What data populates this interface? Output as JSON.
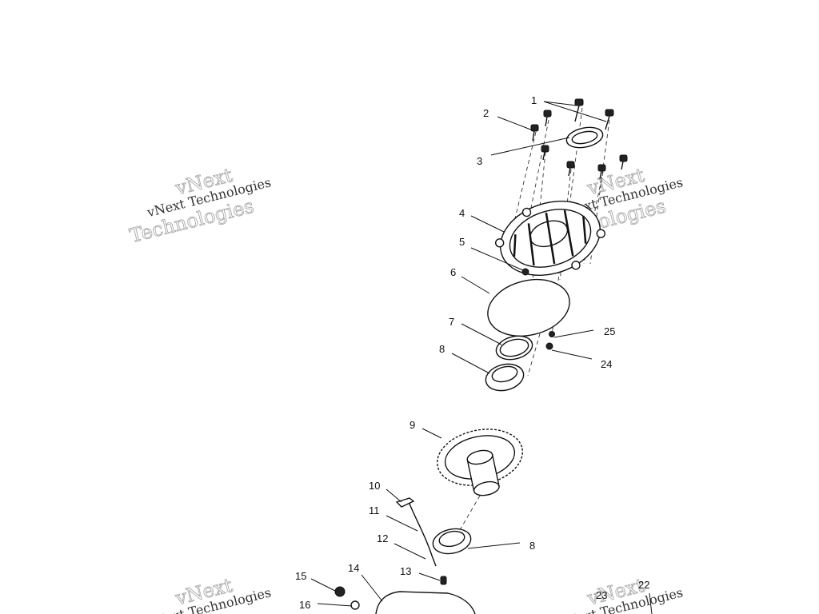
{
  "diagram": {
    "callouts": [
      {
        "id": "c1",
        "text": "1"
      },
      {
        "id": "c2",
        "text": "2"
      },
      {
        "id": "c3",
        "text": "3"
      },
      {
        "id": "c4",
        "text": "4"
      },
      {
        "id": "c5",
        "text": "5"
      },
      {
        "id": "c6",
        "text": "6"
      },
      {
        "id": "c7",
        "text": "7"
      },
      {
        "id": "c8a",
        "text": "8"
      },
      {
        "id": "c9",
        "text": "9"
      },
      {
        "id": "c10",
        "text": "10"
      },
      {
        "id": "c11",
        "text": "11"
      },
      {
        "id": "c12",
        "text": "12"
      },
      {
        "id": "c8b",
        "text": "8"
      },
      {
        "id": "c13",
        "text": "13"
      },
      {
        "id": "c14",
        "text": "14"
      },
      {
        "id": "c15",
        "text": "15"
      },
      {
        "id": "c16",
        "text": "16"
      },
      {
        "id": "c22",
        "text": "22"
      },
      {
        "id": "c23",
        "text": "23"
      },
      {
        "id": "c24",
        "text": "24"
      },
      {
        "id": "c25",
        "text": "25"
      }
    ]
  },
  "watermark": {
    "line1": "vNext",
    "line2": "vNext Technologies",
    "line3": "Technologies",
    "color": "#aaaaaa"
  },
  "colors": {
    "ink": "#111111",
    "background": "#ffffff"
  }
}
